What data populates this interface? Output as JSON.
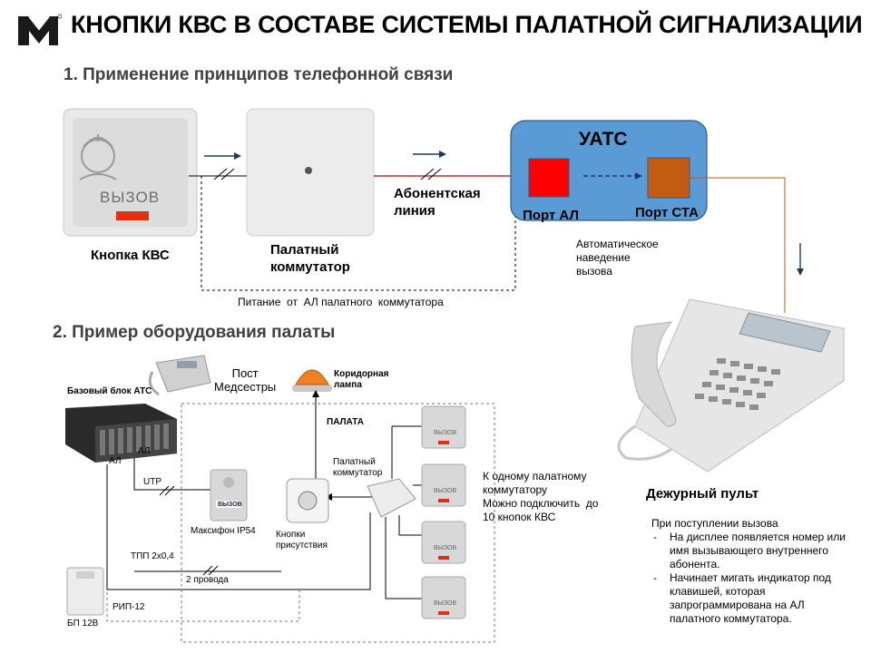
{
  "title": "КНОПКИ КВС В СОСТАВЕ СИСТЕМЫ ПАЛАТНОЙ СИГНАЛИЗАЦИИ",
  "section1": {
    "heading": "1. Применение принципов телефонной связи",
    "button_text": "ВЫЗОВ",
    "button_label": "Кнопка КВС",
    "switch_label": "Палатный\nкоммутатор",
    "line_label": "Абонентская\nлиния",
    "pbx_title": "УАТС",
    "port_al": "Порт АЛ",
    "port_sta": "Порт СТА",
    "auto_call": "Автоматическое\nнаведение\nвызова",
    "power_note": "Питание  от  АЛ палатного  коммутатора",
    "console_label": "Дежурный пульт",
    "console_notes_intro": "При поступлении  вызова",
    "console_notes": [
      "На дисплее появляется  номер или имя вызывающего внутреннего  абонента.",
      "Начинает мигать индикатор под клавишей, которая запрограммирована  на АЛ палатного  коммутатора."
    ],
    "colors": {
      "pbx": "#5b9bd5",
      "port_al": "#ff0000",
      "port_sta": "#c55a11",
      "line": "#c00000",
      "arrow": "#1f3864"
    }
  },
  "section2": {
    "heading": "2. Пример оборудования палаты",
    "base_unit": "Базовый блок АТС",
    "post": "Пост\nМедсестры",
    "corridor_lamp": "Коридорная\nлампа",
    "ward": "ПАЛАТА",
    "ward_switch": "Палатный\nкоммутатор",
    "al1": "АЛ",
    "al2": "АЛ",
    "utp": "UTP",
    "intercom": "Максифон  IP54",
    "presence": "Кнопки\nприсутствия",
    "tpp": "ТПП 2х0,4",
    "two_wires": "2 провода",
    "rip": "РИП-12",
    "psu": "БП 12В",
    "kvs_note": "К одному палатному\nкоммутатору\nМожно подключить  до\n10 кнопок КВС",
    "mini_button_text": "ВЫЗОВ"
  }
}
